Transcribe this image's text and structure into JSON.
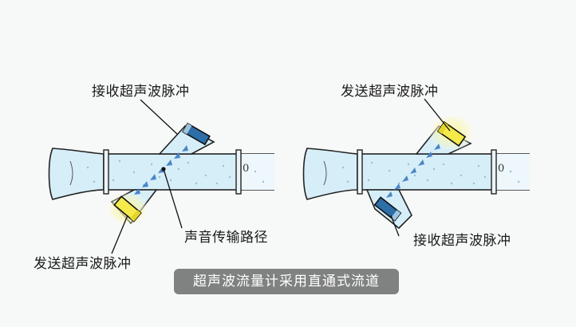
{
  "left_diagram": {
    "top_label": "接收超声波脉冲",
    "bottom_label": "发送超声波脉冲",
    "path_label": "声音传输路径",
    "pipe_mark": "0"
  },
  "right_diagram": {
    "top_label": "发送超声波脉冲",
    "bottom_label": "接收超声波脉冲",
    "pipe_mark": "0"
  },
  "caption": "超声波流量计采用直通式流道",
  "colors": {
    "pipe_fill": "#d6eef8",
    "water_dots": "#8ec3dd",
    "outline": "#222222",
    "transducer_receiving": "#2c6ea7",
    "transducer_sending": "#f4ea4a",
    "glow": "#fbf59a",
    "arrow": "#4a86c8"
  }
}
